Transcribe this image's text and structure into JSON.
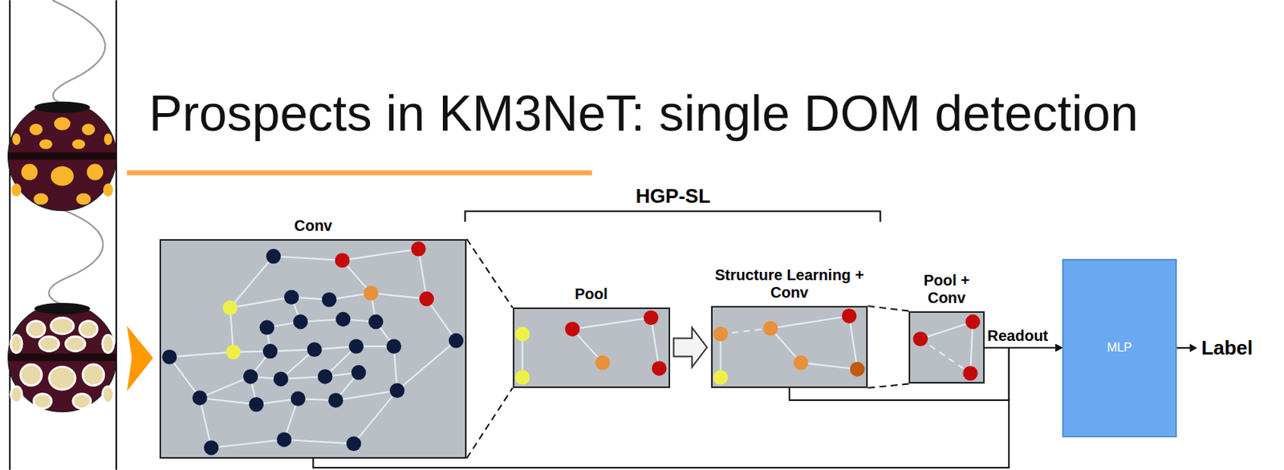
{
  "diagram": {
    "title": "Prospects in KM3NeT: single DOM detection",
    "nodes": [
      {
        "text": [
          "Conv"
        ]
      },
      {
        "text": [
          "Pool"
        ]
      },
      {
        "text": [
          "Structure Learning + Conv"
        ]
      },
      {
        "text": [
          "Pool + Conv"
        ]
      },
      {
        "text": [
          "MLP"
        ]
      }
    ],
    "edges": [
      {
        "from": 0,
        "to": 1,
        "arrow": "none"
      },
      {
        "from": 1,
        "to": 2,
        "arrow": "to"
      },
      {
        "from": 2,
        "to": 3,
        "arrow": "none"
      },
      {
        "from": 3,
        "to": 4,
        "label": "Readout",
        "arrow": "to"
      },
      {
        "from": 0,
        "to": 4,
        "arrow": "to"
      },
      {
        "from": 2,
        "to": 4,
        "arrow": "to"
      }
    ],
    "labels": [
      "HGP-SL",
      "Label"
    ]
  }
}
